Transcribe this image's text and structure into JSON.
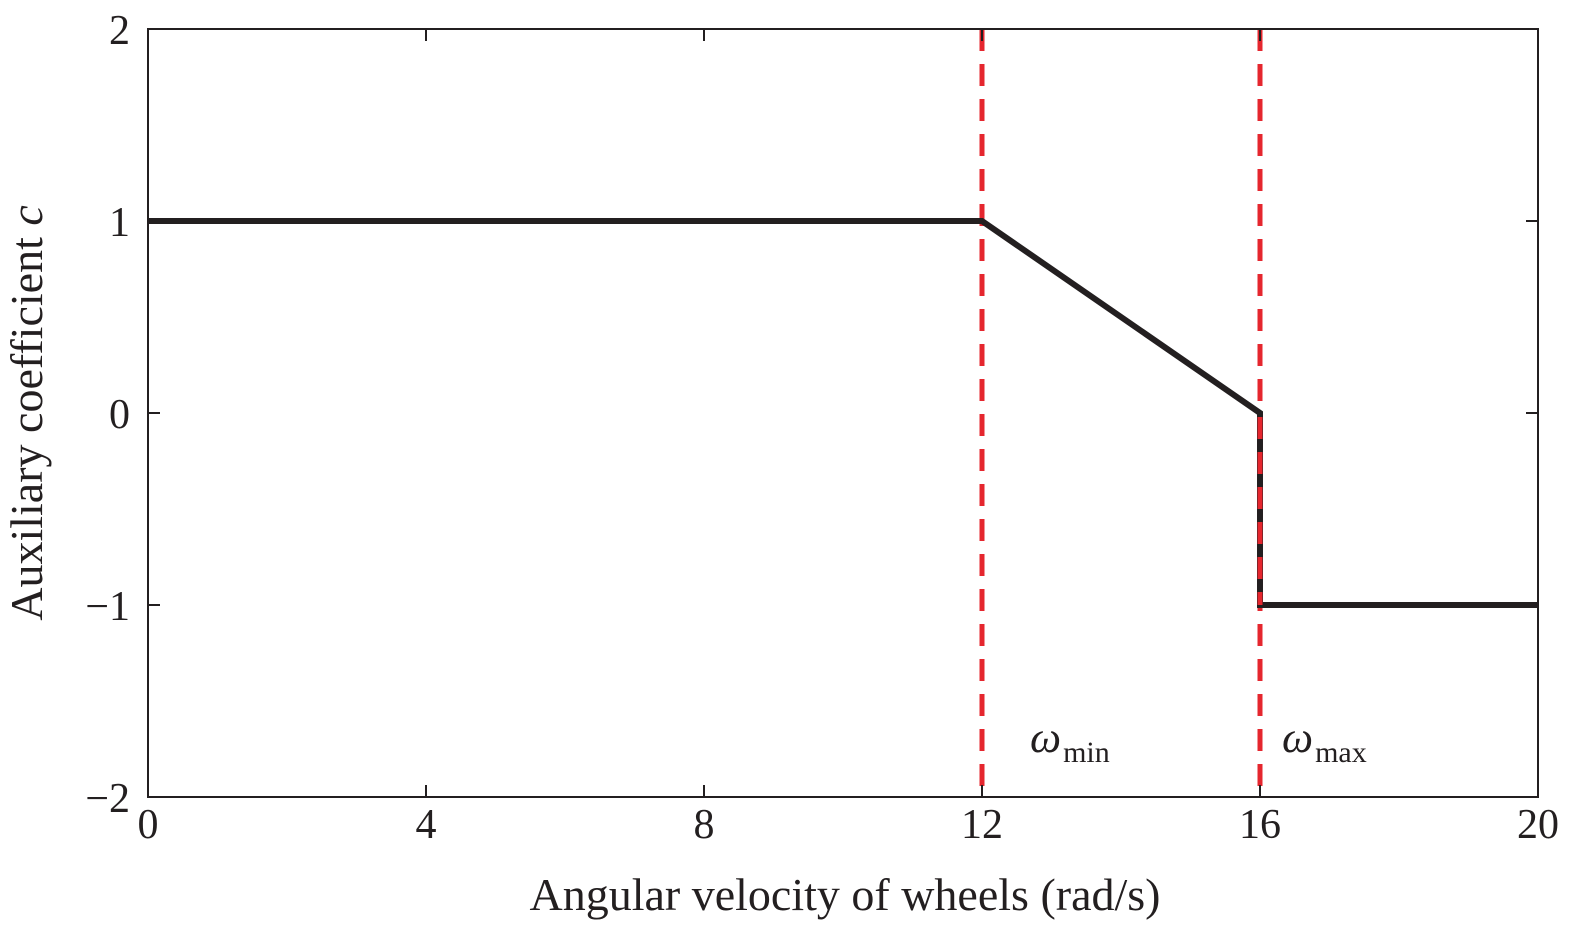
{
  "chart_data": {
    "type": "line",
    "xlabel": "Angular velocity of wheels (rad/s)",
    "ylabel_main": "Auxiliary coefficient ",
    "ylabel_var": "c",
    "xlim": [
      0,
      20
    ],
    "ylim": [
      -2,
      2
    ],
    "xticks": [
      0,
      4,
      8,
      12,
      16,
      20
    ],
    "xtick_labels": [
      "0",
      "4",
      "8",
      "12",
      "16",
      "20"
    ],
    "yticks": [
      -2,
      -1,
      0,
      1,
      2
    ],
    "ytick_labels": [
      "−2",
      "−1",
      "0",
      "1",
      "2"
    ],
    "grid": false,
    "series": [
      {
        "color": "#231f20",
        "style": "solid",
        "x": [
          0,
          12,
          16,
          16,
          20
        ],
        "y": [
          1,
          1,
          0,
          -1,
          -1
        ]
      }
    ],
    "vlines": [
      {
        "x": 12,
        "color": "#e5262e",
        "style": "dashed",
        "symbol": "ω",
        "subscript": "min"
      },
      {
        "x": 16,
        "color": "#e5262e",
        "style": "dashed",
        "symbol": "ω",
        "subscript": "max"
      }
    ]
  }
}
